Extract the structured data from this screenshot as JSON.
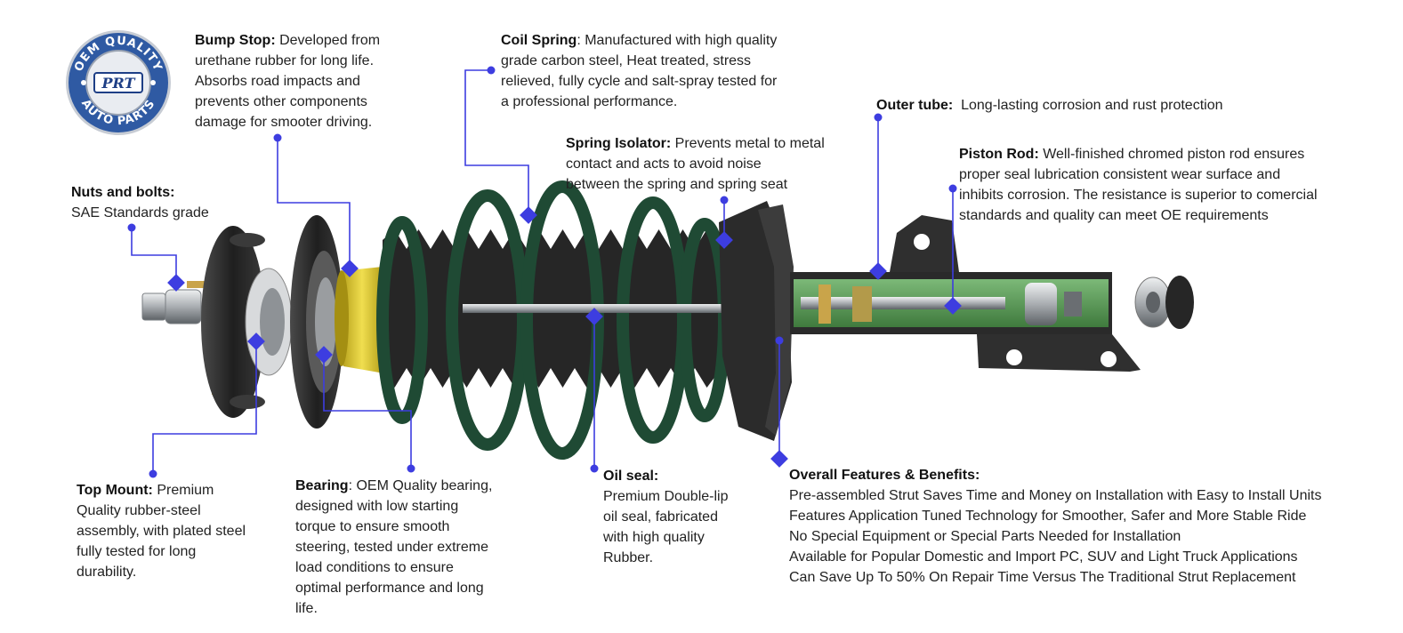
{
  "logo": {
    "ring_text_top": "OEM QUALITY",
    "ring_text_bottom": "AUTO PARTS",
    "center_text": "PRT",
    "ring_color": "#2f5aa3",
    "accent_color": "#1e3f86"
  },
  "colors": {
    "leader_line": "#3d3de0",
    "spring": "#1f4a34",
    "bump_stop": "#d4bf2a",
    "tube_cutaway": "#5e9a5a",
    "boot": "#262626",
    "mount": "#2b2b2b",
    "chrome": "#bfc3c6"
  },
  "callouts": {
    "bump_stop": {
      "title": "Bump Stop:",
      "lines": [
        " Developed from",
        "urethane rubber for long life.",
        "Absorbs road impacts and",
        "prevents other components",
        "damage for smooter driving."
      ]
    },
    "coil_spring": {
      "title": "Coil Spring",
      "lines": [
        ": Manufactured with high quality",
        "grade carbon steel, Heat treated, stress",
        "relieved, fully cycle and salt-spray tested for",
        "a professional performance."
      ]
    },
    "outer_tube": {
      "title": "Outer tube:",
      "lines": [
        "  Long-lasting corrosion and rust protection"
      ]
    },
    "spring_isolator": {
      "title": "Spring Isolator:",
      "lines": [
        " Prevents metal to metal",
        "contact and acts to avoid noise",
        "between the spring and spring seat"
      ]
    },
    "piston_rod": {
      "title": "Piston Rod:",
      "lines": [
        " Well-finished chromed piston rod ensures",
        "proper seal lubrication consistent wear surface and",
        "inhibits corrosion. The resistance is superior to comercial",
        "standards and quality can meet OE requirements"
      ]
    },
    "nuts_bolts": {
      "title": "Nuts and bolts:",
      "lines": [
        "",
        "SAE Standards grade"
      ]
    },
    "top_mount": {
      "title": "Top Mount:",
      "lines": [
        " Premium",
        "Quality rubber-steel",
        "assembly, with plated steel",
        "fully tested for long",
        "durability."
      ]
    },
    "bearing": {
      "title": "Bearing",
      "lines": [
        ": OEM Quality bearing,",
        "designed with low starting",
        "torque to ensure smooth",
        "steering, tested under extreme",
        "load conditions to ensure",
        "optimal performance and long",
        "life."
      ]
    },
    "oil_seal": {
      "title": "Oil seal:",
      "lines": [
        "",
        "Premium Double-lip",
        "oil seal, fabricated",
        "with high quality",
        "Rubber."
      ]
    },
    "overall": {
      "title": "Overall Features & Benefits:",
      "lines": [
        "",
        "Pre-assembled Strut Saves Time and Money on Installation with Easy to Install Units",
        "Features Application Tuned Technology for Smoother, Safer and More Stable Ride",
        "No Special Equipment or Special Parts Needed for Installation",
        "Available for Popular Domestic and Import PC, SUV and Light Truck Applications",
        "Can Save Up To 50% On Repair Time Versus The Traditional Strut Replacement"
      ]
    }
  }
}
